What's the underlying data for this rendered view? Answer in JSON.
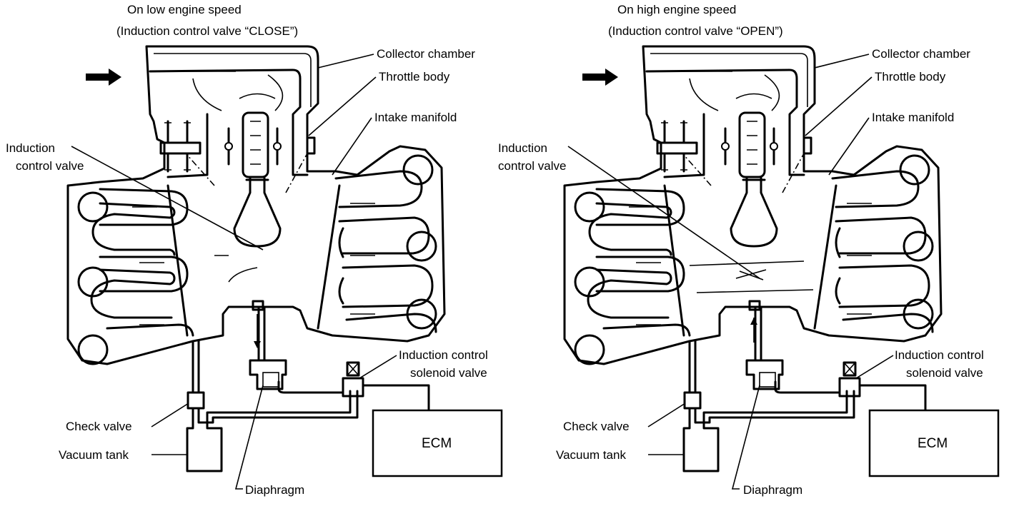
{
  "panels": [
    {
      "title_line1": "On low engine speed",
      "title_line2": "(Induction control valve “CLOSE”)",
      "labels": {
        "collector_chamber": "Collector chamber",
        "throttle_body": "Throttle body",
        "intake_manifold": "Intake manifold",
        "induction_control_valve_1": "Induction",
        "induction_control_valve_2": "control valve",
        "induction_control_solenoid_1": "Induction control",
        "induction_control_solenoid_2": "solenoid valve",
        "check_valve": "Check valve",
        "vacuum_tank": "Vacuum tank",
        "diaphragm": "Diaphragm",
        "ecm": "ECM"
      },
      "valve_state": "CLOSE"
    },
    {
      "title_line1": "On high engine speed",
      "title_line2": "(Induction control valve “OPEN”)",
      "labels": {
        "collector_chamber": "Collector chamber",
        "throttle_body": "Throttle body",
        "intake_manifold": "Intake manifold",
        "induction_control_valve_1": "Induction",
        "induction_control_valve_2": "control valve",
        "induction_control_solenoid_1": "Induction control",
        "induction_control_solenoid_2": "solenoid valve",
        "check_valve": "Check valve",
        "vacuum_tank": "Vacuum tank",
        "diaphragm": "Diaphragm",
        "ecm": "ECM"
      },
      "valve_state": "OPEN"
    }
  ]
}
